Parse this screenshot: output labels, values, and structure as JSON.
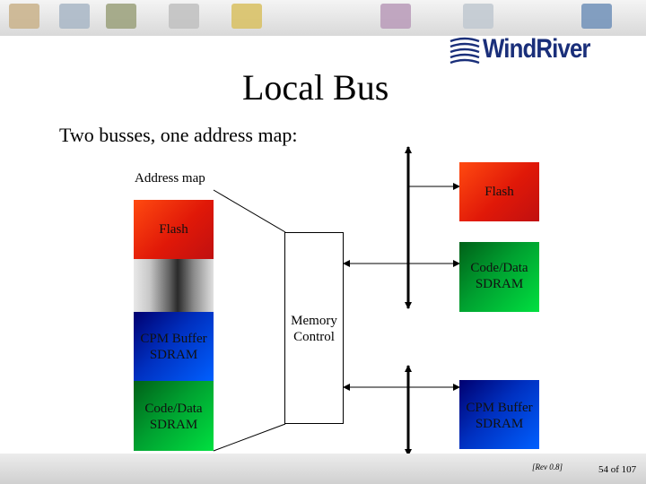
{
  "slide": {
    "title": "Local Bus",
    "subtitle": "Two busses, one address map:",
    "address_map_label": "Address map"
  },
  "logo": {
    "text": "WindRiver"
  },
  "address_map": {
    "flash": "Flash",
    "cpm_buffer": [
      "CPM Buffer",
      "SDRAM"
    ],
    "code_data": [
      "Code/Data",
      "SDRAM"
    ]
  },
  "memory_control": [
    "Memory",
    "Control"
  ],
  "devices": {
    "flash": "Flash",
    "code_data": [
      "Code/Data",
      "SDRAM"
    ],
    "cpm_buffer": [
      "CPM Buffer",
      "SDRAM"
    ]
  },
  "footer": {
    "revision": "[Rev 0.8]",
    "page": "54 of 107"
  },
  "colors": {
    "flash": "#e02a0c",
    "blue": "#0030c0",
    "green": "#00a030",
    "logo": "#1a2f7a"
  }
}
